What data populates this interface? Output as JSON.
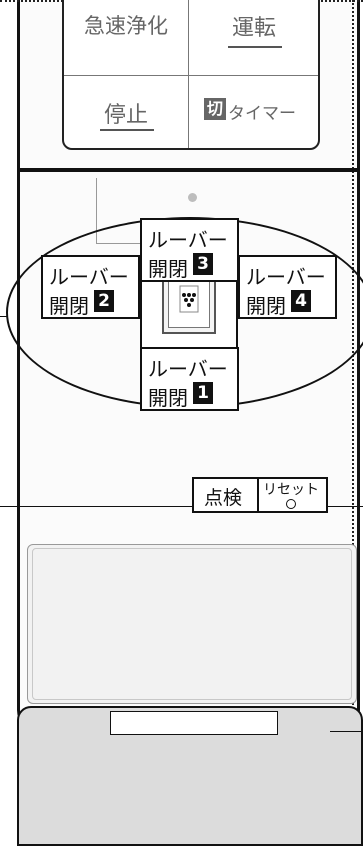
{
  "top_buttons": {
    "quick_purify": "急速浄化",
    "run": "運転",
    "stop": "停止",
    "timer_icon": "切",
    "timer": "タイマー"
  },
  "louver_buttons": [
    {
      "line1": "ルーバー",
      "line2": "開閉",
      "number": "3"
    },
    {
      "line1": "ルーバー",
      "line2": "開閉",
      "number": "2"
    },
    {
      "line1": "ルーバー",
      "line2": "開閉",
      "number": "4"
    },
    {
      "line1": "ルーバー",
      "line2": "開閉",
      "number": "1"
    }
  ],
  "check_button": "点検",
  "reset_button": "リセット",
  "icons": {
    "center": "fan-icon",
    "reset_hole": "reset-hole-icon",
    "indicator": "indicator-led-icon"
  },
  "colors": {
    "outline": "#111111",
    "cover": "#dcdcdc",
    "number_badge": "#111111"
  }
}
